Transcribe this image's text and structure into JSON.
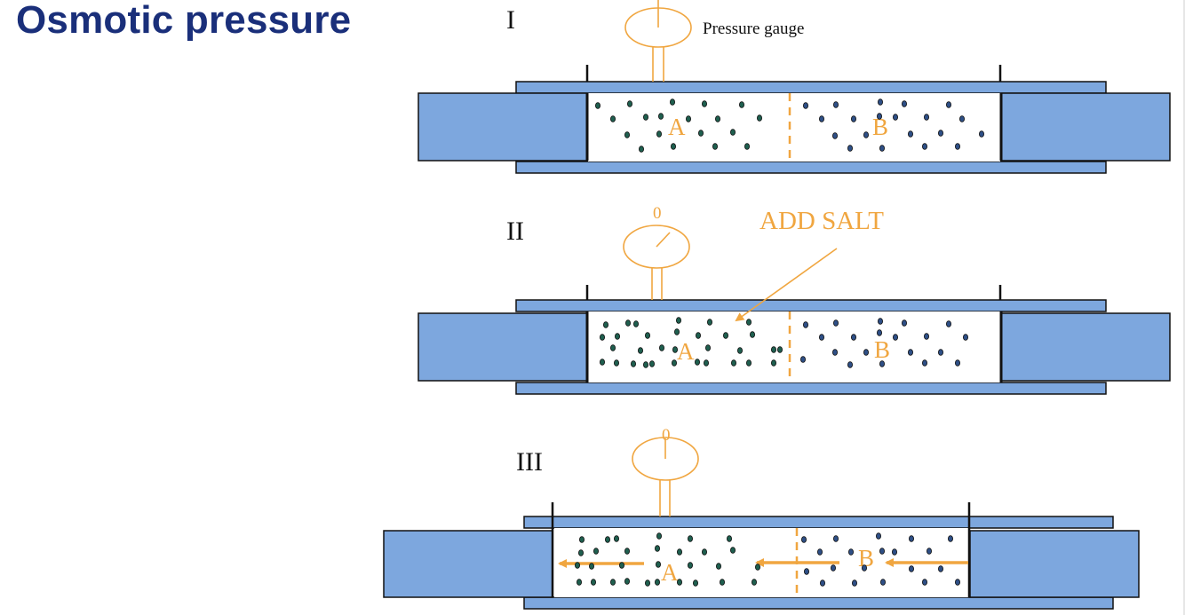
{
  "title": "Osmotic pressure",
  "colors": {
    "title": "#1a2f7a",
    "tube": "#7da7de",
    "outline": "#111111",
    "orange": "#f0a640",
    "molecule_A": "#1f5f4f",
    "molecule_B": "#2e4f86"
  },
  "panels": [
    {
      "label": "I",
      "gauge_label": "Pressure gauge",
      "gauge_value": "",
      "region_A": "A",
      "region_B": "B"
    },
    {
      "label": "II",
      "gauge_label": "",
      "gauge_value": "0",
      "region_A": "A",
      "region_B": "B",
      "annotation": "ADD SALT"
    },
    {
      "label": "III",
      "gauge_label": "",
      "gauge_value": "0",
      "region_A": "A",
      "region_B": "B"
    }
  ]
}
